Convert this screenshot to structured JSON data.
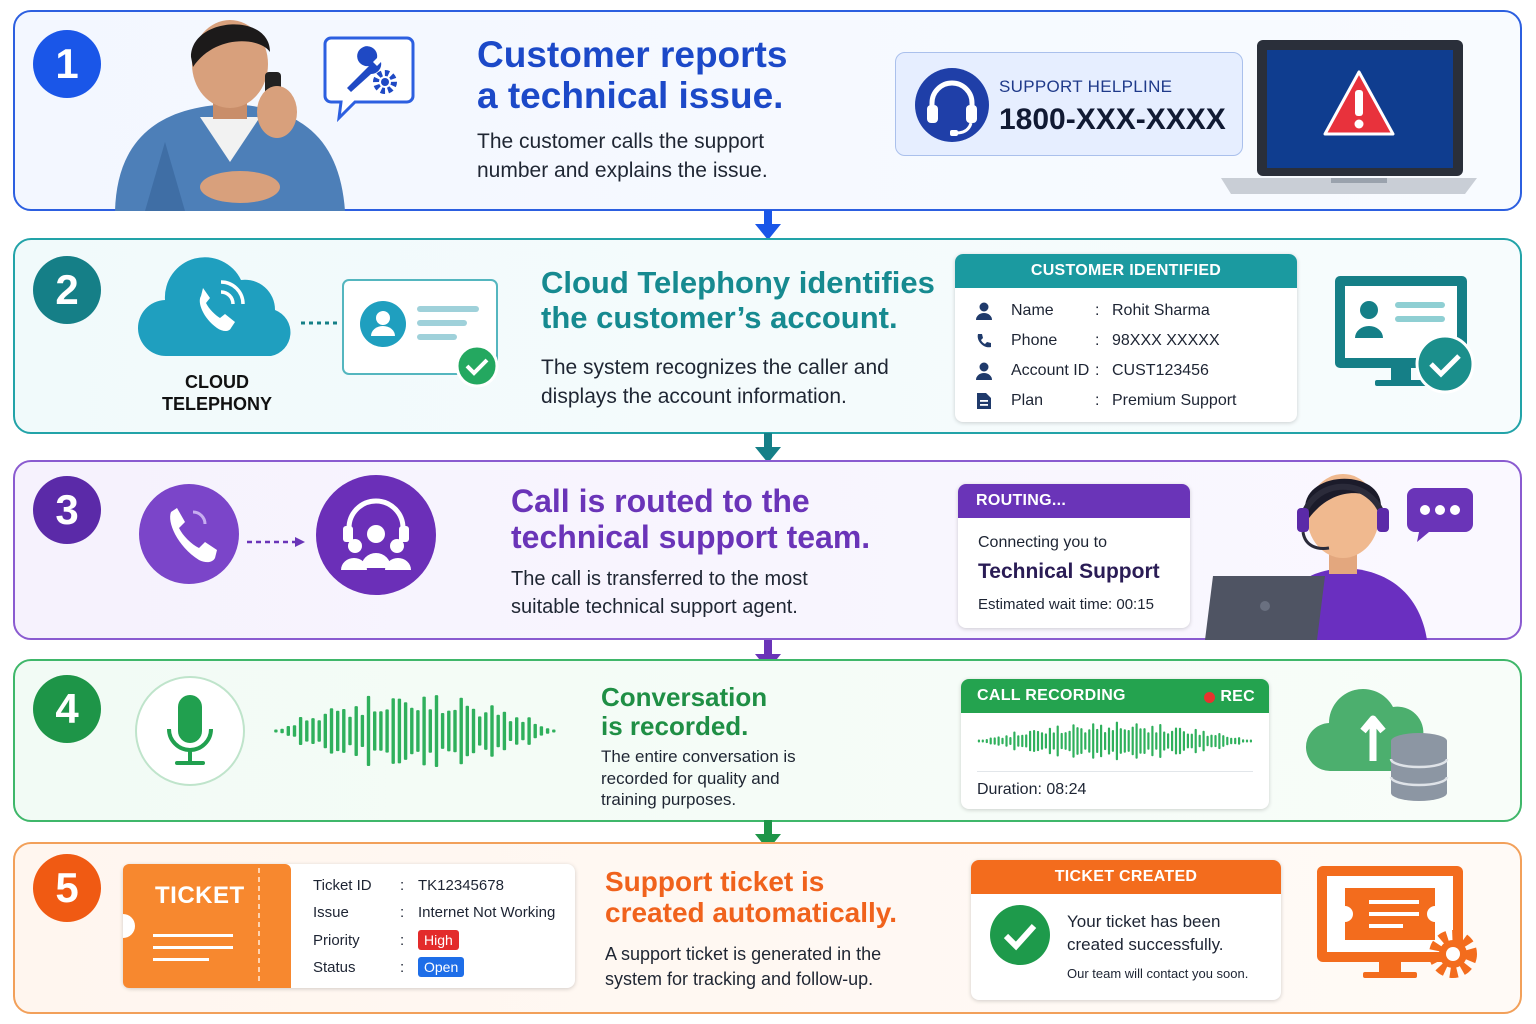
{
  "colors": {
    "step1": "#2c5fe0",
    "step2": "#1b8f96",
    "step3": "#6a34b8",
    "step4": "#2a9e4e",
    "step5": "#f26a1b",
    "priority_high": "#e32b2b",
    "status_open": "#1e6ee8"
  },
  "steps": [
    {
      "number": "1",
      "title_line1": "Customer reports",
      "title_line2": "a technical issue.",
      "desc_line1": "The customer calls the support",
      "desc_line2": "number and explains the issue.",
      "helpline_label": "SUPPORT HELPLINE",
      "helpline_number": "1800-XXX-XXXX",
      "icons": [
        "person-on-phone-illustration",
        "wrench-gear-icon",
        "headset-icon",
        "laptop-warning-icon"
      ]
    },
    {
      "number": "2",
      "cloud_label_line1": "CLOUD",
      "cloud_label_line2": "TELEPHONY",
      "title_line1": "Cloud Telephony identifies",
      "title_line2": "the customer’s account.",
      "desc_line1": "The system recognizes the caller and",
      "desc_line2": "displays the account information.",
      "card_title": "CUSTOMER IDENTIFIED",
      "fields": [
        {
          "label": "Name",
          "value": "Rohit Sharma",
          "icon": "person-icon"
        },
        {
          "label": "Phone",
          "value": "98XXX XXXXX",
          "icon": "phone-icon"
        },
        {
          "label": "Account ID",
          "value": "CUST123456",
          "icon": "person-icon"
        },
        {
          "label": "Plan",
          "value": "Premium Support",
          "icon": "document-icon"
        }
      ],
      "icons": [
        "cloud-phone-icon",
        "id-card-check-icon",
        "monitor-profile-check-icon"
      ]
    },
    {
      "number": "3",
      "title_line1": "Call is routed to the",
      "title_line2": "technical support team.",
      "desc_line1": "The call is transferred to the most",
      "desc_line2": "suitable technical support agent.",
      "card_title": "ROUTING...",
      "connecting": "Connecting you to",
      "target": "Technical Support",
      "wait": "Estimated wait time: 00:15",
      "icons": [
        "phone-call-icon",
        "support-team-icon",
        "agent-illustration",
        "chat-bubble-icon"
      ]
    },
    {
      "number": "4",
      "title_line1": "Conversation",
      "title_line2": "is recorded.",
      "desc_line1": "The entire conversation is",
      "desc_line2": "recorded for quality and",
      "desc_line3": "training purposes.",
      "card_title": "CALL RECORDING",
      "rec_label": "REC",
      "duration": "Duration: 08:24",
      "icons": [
        "microphone-icon",
        "waveform-icon",
        "cloud-upload-database-icon"
      ]
    },
    {
      "number": "5",
      "ticket_label": "TICKET",
      "fields": [
        {
          "label": "Ticket ID",
          "value": "TK12345678"
        },
        {
          "label": "Issue",
          "value": "Internet Not Working"
        },
        {
          "label": "Priority",
          "value": "High"
        },
        {
          "label": "Status",
          "value": "Open"
        }
      ],
      "title_line1": "Support ticket is",
      "title_line2": "created automatically.",
      "desc_line1": "A support ticket is generated in the",
      "desc_line2": "system for tracking and follow-up.",
      "card_title": "TICKET CREATED",
      "success_line1": "Your ticket has been",
      "success_line2": "created successfully.",
      "contact": "Our team will contact you soon.",
      "icons": [
        "ticket-icon",
        "check-circle-icon",
        "monitor-ticket-gear-icon"
      ]
    }
  ]
}
